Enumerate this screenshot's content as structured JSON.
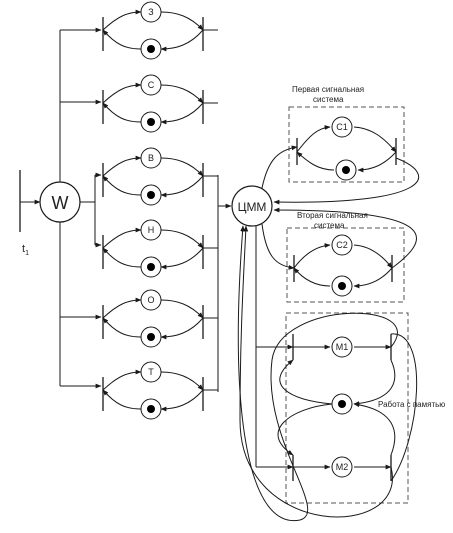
{
  "diagram": {
    "source_label": "t",
    "source_subscript": "1",
    "source_node": "W",
    "hub_node": "ЦММ",
    "left_places": [
      "З",
      "С",
      "В",
      "Н",
      "О",
      "Т"
    ],
    "group1": {
      "title_line1": "Первая сигнальная",
      "title_line2": "система",
      "place": "С1"
    },
    "group2": {
      "title_line1": "Вторая сигнальная",
      "title_line2": "система",
      "place": "С2"
    },
    "group3": {
      "title": "Работа с памятью",
      "place_top": "М1",
      "place_bottom": "М2"
    }
  },
  "colors": {
    "stroke": "#1a1a1a",
    "token": "#000000",
    "dashed": "#555555"
  }
}
